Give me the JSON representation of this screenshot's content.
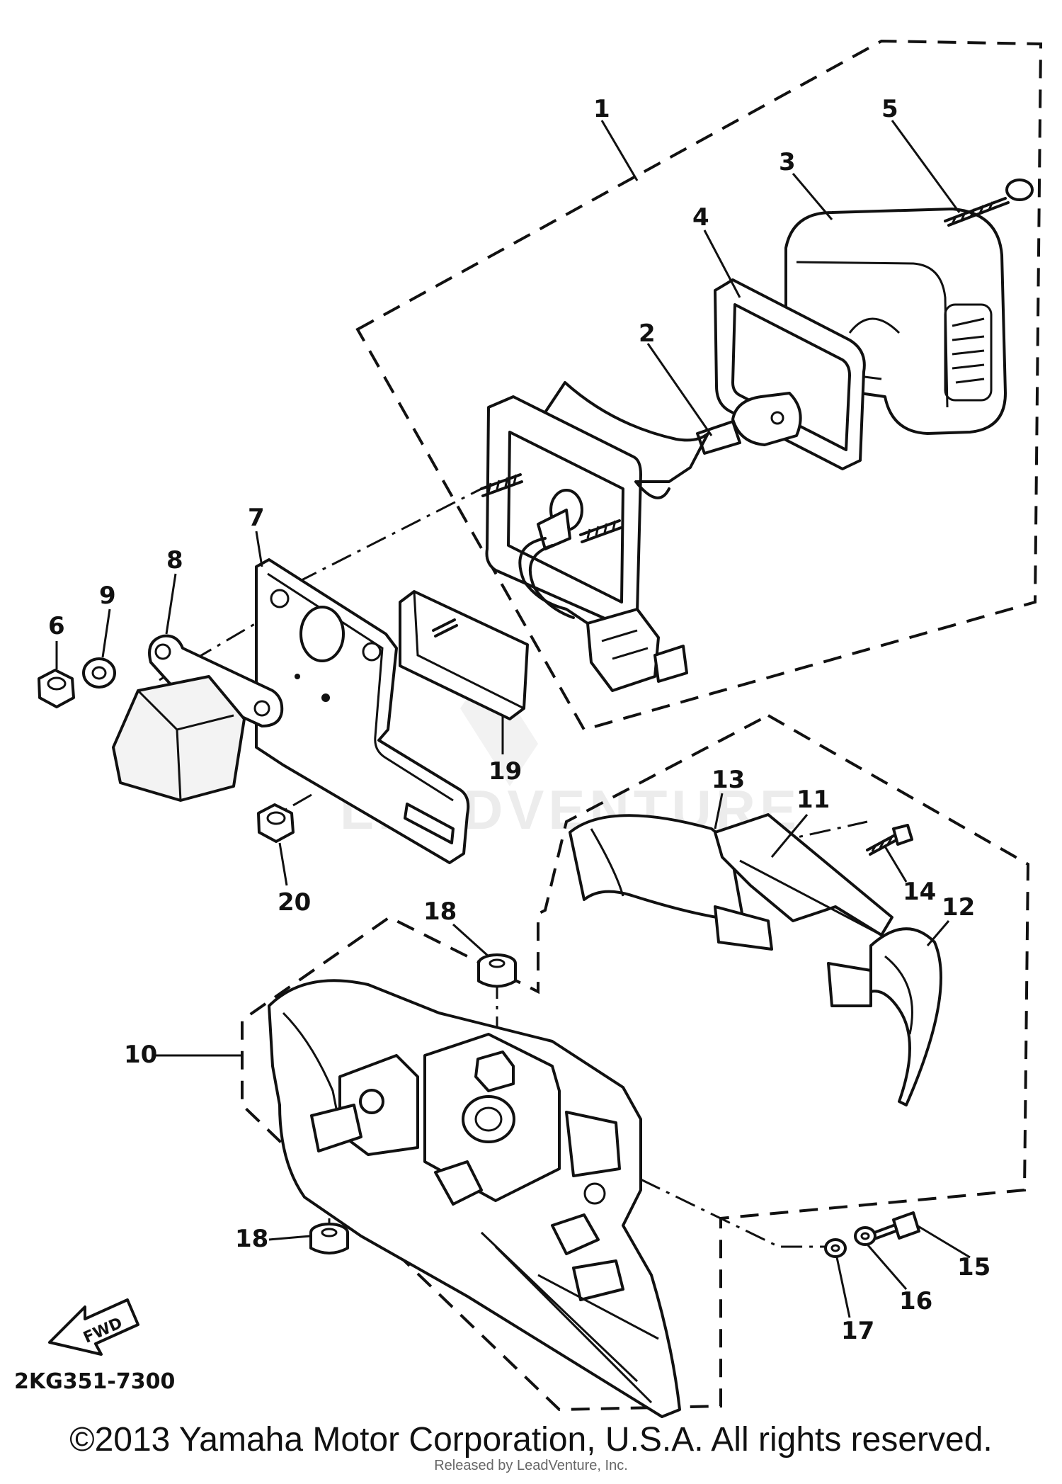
{
  "diagram": {
    "part_labels": [
      "1",
      "2",
      "3",
      "4",
      "5",
      "6",
      "7",
      "8",
      "9",
      "10",
      "11",
      "12",
      "13",
      "14",
      "15",
      "16",
      "17",
      "18",
      "18",
      "19",
      "20"
    ],
    "fwd_label": "FWD",
    "diagram_code": "2KG351-7300",
    "watermark": "LEADVENTURE"
  },
  "footer": {
    "copyright": "©2013 Yamaha Motor Corporation, U.S.A. All rights reserved.",
    "released_by": "Released by LeadVenture, Inc."
  }
}
